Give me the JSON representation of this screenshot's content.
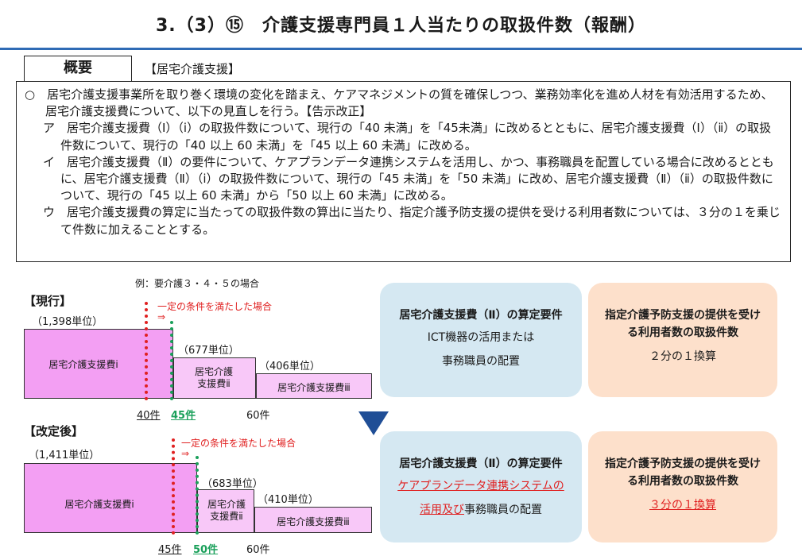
{
  "title": "3.（3）⑮　介護支援専門員１人当たりの取扱件数（報酬）",
  "overview": {
    "label": "概要",
    "category": "【居宅介護支援】",
    "lines": [
      "○　居宅介護支援事業所を取り巻く環境の変化を踏まえ、ケアマネジメントの質を確保しつつ、業務効率化を進め人材を有効活用するため、居宅介護支援費について、以下の見直しを行う。【告示改正】",
      "ア　居宅介護支援費（Ⅰ）（ⅰ）の取扱件数について、現行の「40 未満」を「45未満」に改めるとともに、居宅介護支援費（Ⅰ）（ⅱ）の取扱件数について、現行の「40 以上 60 未満」を「45 以上 60 未満」に改める。",
      "イ　居宅介護支援費（Ⅱ）の要件について、ケアプランデータ連携システムを活用し、かつ、事務職員を配置している場合に改めるとともに、居宅介護支援費（Ⅱ）（ⅰ）の取扱件数について、現行の「45 未満」を「50 未満」に改め、居宅介護支援費（Ⅱ）（ⅱ）の取扱件数について、現行の「45 以上 60 未満」から「50 以上 60 未満」に改める。",
      "ウ　居宅介護支援費の算定に当たっての取扱件数の算出に当たり、指定介護予防支援の提供を受ける利用者数については、３分の１を乗じて件数に加えることとする。"
    ]
  },
  "example_note": "例：要介護３・４・５の場合",
  "current": {
    "heading": "【現行】",
    "condition": "一定の条件を満たした場合",
    "arrow": "⇒",
    "unit1": "（1,398単位）",
    "unit2": "（677単位）",
    "unit3": "（406単位）",
    "bar1": "居宅介護支援費ⅰ",
    "bar2a": "居宅介護",
    "bar2b": "支援費ⅱ",
    "bar3": "居宅介護支援費ⅲ",
    "tick1": "40件",
    "tick2": "45件",
    "tick3": "60件"
  },
  "revised": {
    "heading": "【改定後】",
    "condition": "一定の条件を満たした場合",
    "arrow": "⇒",
    "unit1": "（1,411単位）",
    "unit2": "（683単位）",
    "unit3": "（410単位）",
    "bar1": "居宅介護支援費ⅰ",
    "bar2a": "居宅介護",
    "bar2b": "支援費ⅱ",
    "bar3": "居宅介護支援費ⅲ",
    "tick1": "45件",
    "tick2": "50件",
    "tick3": "60件"
  },
  "cards": {
    "current_req_title": "居宅介護支援費（Ⅱ）の算定要件",
    "current_req_line1": "ICT機器の活用または",
    "current_req_line2": "事務職員の配置",
    "current_prev_title1": "指定介護予防支援の提供を受け",
    "current_prev_title2": "る利用者数の取扱件数",
    "current_prev_body": "２分の１換算",
    "revised_req_title": "居宅介護支援費（Ⅱ）の算定要件",
    "revised_req_line1": "ケアプランデータ連携システムの",
    "revised_req_line2a": "活用及び",
    "revised_req_line2b": "事務職員の配置",
    "revised_prev_title1": "指定介護予防支援の提供を受け",
    "revised_prev_title2": "る利用者数の取扱件数",
    "revised_prev_body": "３分の１換算"
  },
  "colors": {
    "accent_blue": "#2f6bb5",
    "bar_pink": "#f39ff3",
    "bar_light_pink": "#f8c8f8",
    "red": "#e02020",
    "green": "#1aa05a",
    "card_blue": "#d5e8f2",
    "card_orange": "#fde0cb",
    "arrow_navy": "#1f4e96"
  },
  "icons": {
    "down_arrow": "down-triangle-icon"
  }
}
